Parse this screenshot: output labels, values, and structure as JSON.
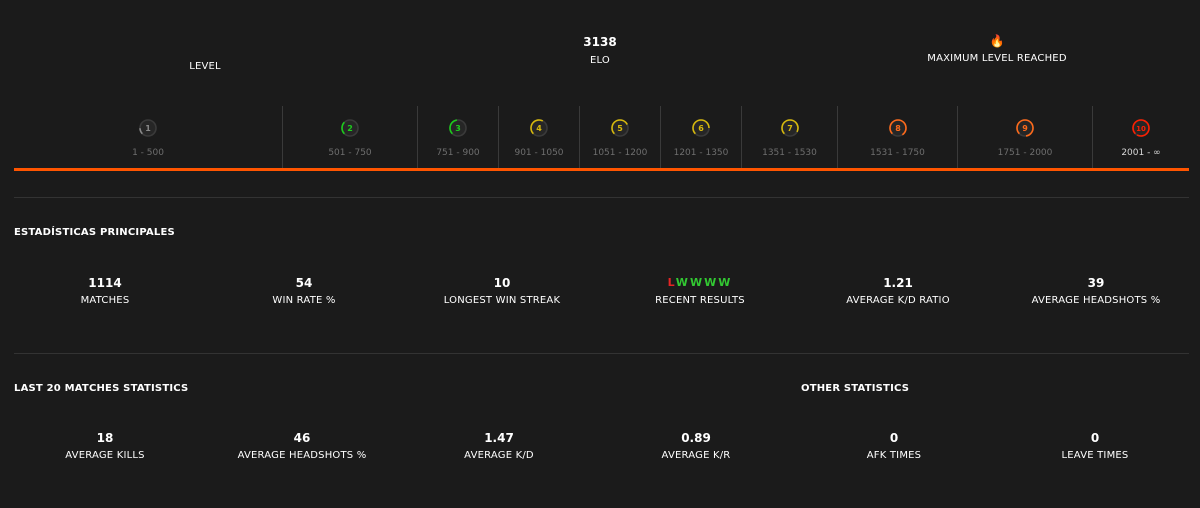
{
  "header": {
    "level_label": "LEVEL",
    "elo_value": "3138",
    "elo_label": "ELO",
    "max_label": "MAXIMUM LEVEL REACHED",
    "max_icon": "fire-icon"
  },
  "levels": [
    {
      "level": "1",
      "range": "1 - 500",
      "color": "#8a8a8a",
      "fill": 0.12
    },
    {
      "level": "2",
      "range": "501 - 750",
      "color": "#1ccd1c",
      "fill": 0.25
    },
    {
      "level": "3",
      "range": "751 - 900",
      "color": "#1ccd1c",
      "fill": 0.35
    },
    {
      "level": "4",
      "range": "901 - 1050",
      "color": "#d7b90c",
      "fill": 0.45
    },
    {
      "level": "5",
      "range": "1051 - 1200",
      "color": "#d7b90c",
      "fill": 0.55
    },
    {
      "level": "6",
      "range": "1201 - 1350",
      "color": "#d7b90c",
      "fill": 0.62
    },
    {
      "level": "7",
      "range": "1351 - 1530",
      "color": "#d7b90c",
      "fill": 0.7
    },
    {
      "level": "8",
      "range": "1531 - 1750",
      "color": "#ff6a1a",
      "fill": 0.78
    },
    {
      "level": "9",
      "range": "1751 - 2000",
      "color": "#ff6a1a",
      "fill": 0.85
    },
    {
      "level": "10",
      "range": "2001 - ∞",
      "color": "#fe1f00",
      "fill": 0.95
    }
  ],
  "main_stats": {
    "title": "ESTADÍSTICAS PRINCIPALES",
    "matches": {
      "value": "1114",
      "label": "MATCHES"
    },
    "win_rate": {
      "value": "54",
      "label": "WIN RATE %"
    },
    "longest_streak": {
      "value": "10",
      "label": "LONGEST WIN STREAK"
    },
    "recent": {
      "results": [
        "L",
        "W",
        "W",
        "W",
        "W"
      ],
      "label": "RECENT RESULTS"
    },
    "kd_ratio": {
      "value": "1.21",
      "label": "AVERAGE K/D RATIO"
    },
    "headshots": {
      "value": "39",
      "label": "AVERAGE HEADSHOTS %"
    }
  },
  "last20": {
    "title": "LAST 20 MATCHES STATISTICS",
    "kills": {
      "value": "18",
      "label": "AVERAGE KILLS"
    },
    "headshots": {
      "value": "46",
      "label": "AVERAGE HEADSHOTS %"
    },
    "kd": {
      "value": "1.47",
      "label": "AVERAGE K/D"
    },
    "kr": {
      "value": "0.89",
      "label": "AVERAGE K/R"
    }
  },
  "other": {
    "title": "OTHER STATISTICS",
    "afk": {
      "value": "0",
      "label": "AFK TIMES"
    },
    "leave": {
      "value": "0",
      "label": "LEAVE TIMES"
    }
  },
  "colors": {
    "accent": "#ff5500",
    "win": "#32c832",
    "loss": "#e52424",
    "background": "#1b1b1b"
  }
}
